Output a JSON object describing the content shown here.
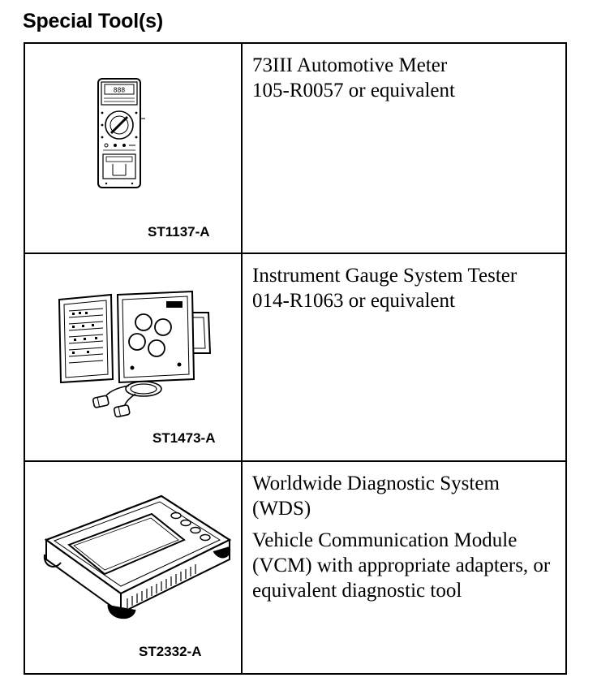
{
  "page": {
    "heading": "Special Tool(s)"
  },
  "tools": [
    {
      "figure_code": "ST1137-A",
      "icon": "multimeter-icon",
      "description": [
        "73III Automotive Meter",
        "105-R0057 or equivalent"
      ]
    },
    {
      "figure_code": "ST1473-A",
      "icon": "gauge-tester-case-icon",
      "description": [
        "Instrument Gauge System Tester",
        "014-R1063 or equivalent"
      ]
    },
    {
      "figure_code": "ST2332-A",
      "icon": "diagnostic-module-icon",
      "description": [
        "Worldwide Diagnostic System (WDS)",
        "Vehicle Communication Module (VCM) with appropriate adapters, or equivalent diagnostic tool"
      ]
    }
  ]
}
